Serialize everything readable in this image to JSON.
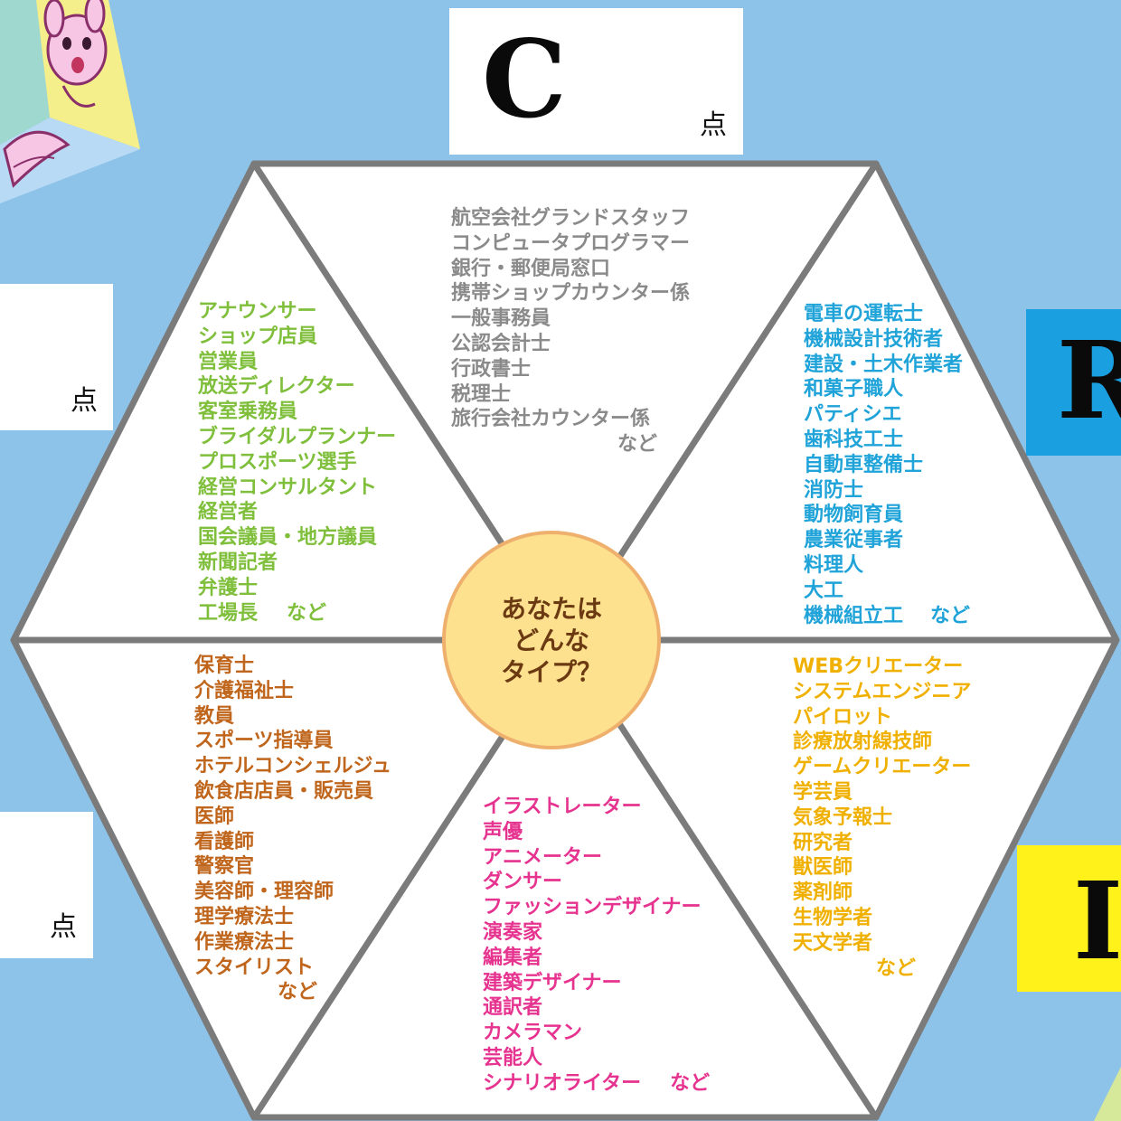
{
  "colors": {
    "background": "#8ec3e9",
    "hexagon_fill": "#ffffff",
    "hexagon_stroke": "#7b7b7b",
    "center_fill": "#fde18f",
    "center_stroke": "#efb06e",
    "c_type": "#8a8a8a",
    "e_type": "#7fbf3c",
    "r_type": "#1fa3d8",
    "s_type": "#c0661c",
    "a_type": "#e6338f",
    "i_type": "#f0b000",
    "r_badge": "#1aa0e0",
    "i_badge": "#fff21a"
  },
  "center": {
    "lines": [
      "あなたは",
      "どんな",
      "タイプ？"
    ]
  },
  "scores": {
    "c": {
      "letter": "C",
      "unit": "点"
    },
    "r": {
      "letter": "R"
    },
    "i": {
      "letter": "I"
    },
    "e": {
      "unit": "点"
    },
    "s": {
      "unit": "点"
    }
  },
  "types": {
    "c": {
      "jobs": [
        "航空会社グランドスタッフ",
        "コンピュータプログラマー",
        "銀行・郵便局窓口",
        "携帯ショップカウンター係",
        "一般事務員",
        "公認会計士",
        "行政書士",
        "税理士",
        "旅行会社カウンター係"
      ],
      "etc": "など"
    },
    "e": {
      "jobs": [
        "アナウンサー",
        "ショップ店員",
        "営業員",
        "放送ディレクター",
        "客室乗務員",
        "ブライダルプランナー",
        "プロスポーツ選手",
        "経営コンサルタント",
        "経営者",
        "国会議員・地方議員",
        "新聞記者",
        "弁護士"
      ],
      "last": "工場長",
      "etc": "など"
    },
    "r": {
      "jobs": [
        "電車の運転士",
        "機械設計技術者",
        "建設・土木作業者",
        "和菓子職人",
        "パティシエ",
        "歯科技工士",
        "自動車整備士",
        "消防士",
        "動物飼育員",
        "農業従事者",
        "料理人",
        "大工"
      ],
      "last": "機械組立工",
      "etc": "など"
    },
    "s": {
      "jobs": [
        "保育士",
        "介護福祉士",
        "教員",
        "スポーツ指導員",
        "ホテルコンシェルジュ",
        "飲食店店員・販売員",
        "医師",
        "看護師",
        "警察官",
        "美容師・理容師",
        "理学療法士",
        "作業療法士",
        "スタイリスト"
      ],
      "etc": "など"
    },
    "a": {
      "jobs": [
        "イラストレーター",
        "声優",
        "アニメーター",
        "ダンサー",
        "ファッションデザイナー",
        "演奏家",
        "編集者",
        "建築デザイナー",
        "通訳者",
        "カメラマン",
        "芸能人"
      ],
      "last": "シナリオライター",
      "etc": "など"
    },
    "i": {
      "jobs": [
        "WEBクリエーター",
        "システムエンジニア",
        "パイロット",
        "診療放射線技師",
        "ゲームクリエーター",
        "学芸員",
        "気象予報士",
        "研究者",
        "獣医師",
        "薬剤師",
        "生物学者",
        "天文学者"
      ],
      "etc": "など"
    }
  }
}
